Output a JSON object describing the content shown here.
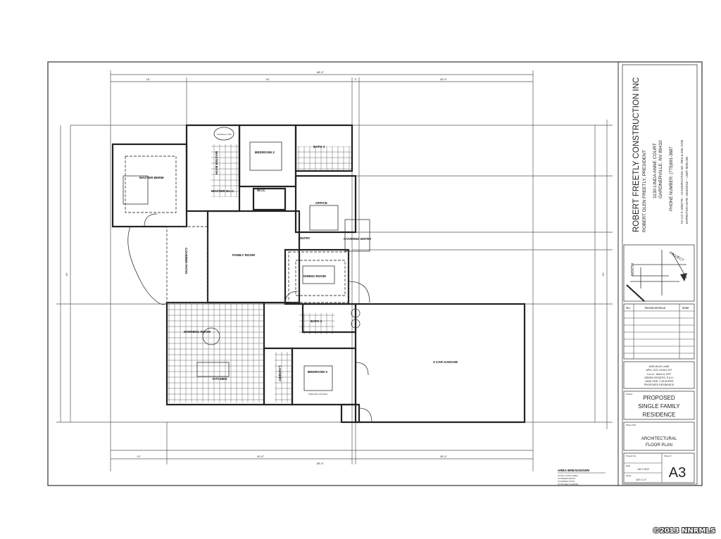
{
  "sheet": {
    "dimensions": {
      "top_overall": "88'-6\"",
      "top_segments": [
        "16'",
        "34'",
        "3'",
        "35'-6\""
      ],
      "bottom_overall": "88'-6\"",
      "bottom_segments": [
        "12'",
        "40'-6\"",
        "36'-6\""
      ],
      "left_overall": "49'",
      "right_overall": "49'"
    },
    "rooms": {
      "master_bdrm": "MASTER BDRM",
      "master_bath": "MASTER BATH",
      "soaking_tub": "SOAKING TUB",
      "master_closet": "MASTER W.I.C.",
      "bedroom2": "BEDROOM 2",
      "bath3": "BATH 3",
      "wic": "W.I.C.",
      "office": "OFFICE",
      "entry": "ENTRY",
      "covered_entry": "COVERED ENTRY",
      "family_room": "FAMILY ROOM",
      "covered_patio": "COVERED PATIO",
      "dining_room": "DINING ROOM",
      "morning_room": "MORNING ROOM",
      "kitchen": "KITCHEN",
      "laundry": "LAUNDRY",
      "bath2": "BATH 2",
      "bedroom3": "BEDROOM 3",
      "garage": "3 CAR GARAGE",
      "shelf_note": "SHELVES ON WALL"
    },
    "area_breakdown": {
      "title": "AREA BREAKDOWN",
      "rows": [
        "TOTAL LIVING AREA",
        "COVERED ENTRY",
        "COVERED PATIO",
        "ATTACHED GARAGE"
      ]
    }
  },
  "title_block": {
    "company": "ROBERT FREETLY CONSTRUCTION INC",
    "president": "ROBERT GLEN FREETLY, PRESIDENT",
    "address1": "1130 LINDA ANNE COURT",
    "address2": "GARDNERVILLE, NV  89410",
    "phone": "PHONE NUMBER: (775)691-3687",
    "license": "NV LIC #: 0059778 -- CLASSIFICATION: B2 - RES & SML COM",
    "expiration": "EXPIRATION DATE: 06/30/2015 -- LIMIT: $200,000",
    "map": {
      "north": "NORTH",
      "project": "PROJECT"
    },
    "revision_table": {
      "headers": [
        "No.",
        "Revision/Issue",
        "Date"
      ]
    },
    "lot_info": [
      "1095 MULE LANE",
      "APN: 1221-19-001-027",
      "Lot 14 - Block A, DFF",
      "GREEN ESTATES, P.U.D.",
      "LAND SIZE: 2.45 ACRES",
      "PROPOSED RESIDENCE"
    ],
    "project_label": "Project",
    "project": [
      "PROPOSED",
      "SINGLE FAMILY",
      "RESIDENCE"
    ],
    "sheet_title_label": "Sheet Title",
    "sheet_title": [
      "ARCHITECTURAL",
      "FLOOR PLAN"
    ],
    "project_no_label": "Project No.",
    "date_label": "Date",
    "date": "JULY 2012",
    "scale_label": "Scale",
    "scale": "1/8\"=1'-0\"",
    "sheet_no_label": "Sheet #",
    "sheet_no": "A3"
  },
  "watermark": "©2013 NNRMLS"
}
